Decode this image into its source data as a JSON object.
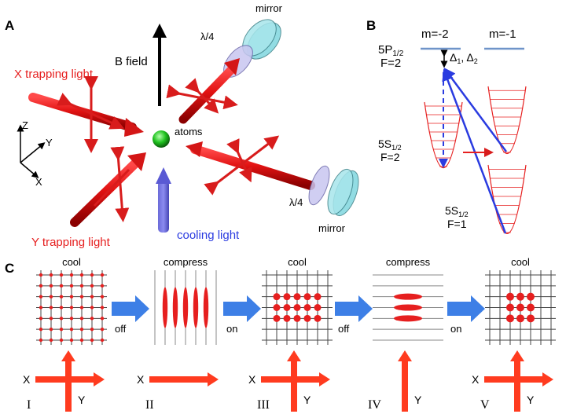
{
  "panel_a": {
    "label": "A",
    "b_field": "B field",
    "mirror_top": "mirror",
    "lambda_top": "λ/4",
    "x_trap": "X trapping light",
    "y_trap": "Y trapping light",
    "atoms": "atoms",
    "cooling": "cooling light",
    "lambda_bottom": "λ/4",
    "mirror_bottom": "mirror",
    "axis_z": "Z",
    "axis_y": "Y",
    "axis_x": "X"
  },
  "panel_b": {
    "label": "B",
    "m_left": "m=-2",
    "m_right": "m=-1",
    "state_5p": "5P",
    "state_5p_sub": "1/2",
    "f2_top": "F=2",
    "delta": "Δ",
    "delta_sub1": "1",
    "delta_sep": ", Δ",
    "delta_sub2": "2",
    "state_5s_a": "5S",
    "state_5s_a_sub": "1/2",
    "f2_mid": "F=2",
    "state_5s_b": "5S",
    "state_5s_b_sub": "1/2",
    "f1": "F=1"
  },
  "panel_c": {
    "label": "C",
    "stages": [
      {
        "title": "cool",
        "roman": "I",
        "x": "X",
        "y": "Y"
      },
      {
        "title": "compress",
        "roman": "II",
        "x": "X",
        "y": ""
      },
      {
        "title": "cool",
        "roman": "III",
        "x": "X",
        "y": "Y"
      },
      {
        "title": "compress",
        "roman": "IV",
        "x": "",
        "y": "Y"
      },
      {
        "title": "cool",
        "roman": "V",
        "x": "X",
        "y": "Y"
      }
    ],
    "transitions": [
      "off",
      "on",
      "off",
      "on"
    ]
  },
  "colors": {
    "red": "#e61f1f",
    "blue": "#2a3be0",
    "cooling": "#3b3bd6",
    "grid": "#555555",
    "level": "#6f94c9"
  }
}
